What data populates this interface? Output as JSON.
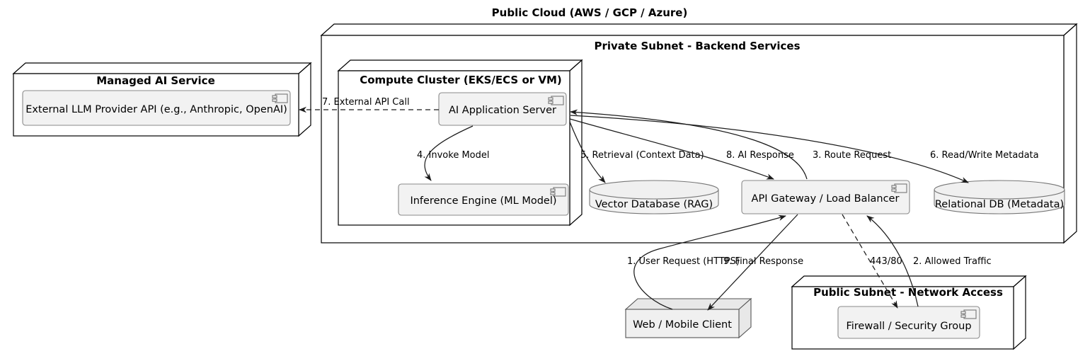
{
  "diagram": {
    "type": "uml-deployment-diagram",
    "title": "Public Cloud (AWS / GCP / Azure)",
    "background": "#ffffff",
    "component_fill": "#f2f2f2",
    "node_fill": "#f0f0f0",
    "line_color": "#1b1b1b"
  },
  "containers": {
    "public_cloud_label": "Public Cloud (AWS / GCP / Azure)",
    "private_subnet": "Private Subnet - Backend Services",
    "compute_cluster": "Compute Cluster (EKS/ECS or VM)",
    "managed_ai_service": "Managed AI Service",
    "public_subnet": "Public Subnet - Network Access"
  },
  "nodes": {
    "external_llm": "External LLM Provider API (e.g., Anthropic, OpenAI)",
    "ai_app_server": "AI Application Server",
    "inference_engine": "Inference Engine (ML Model)",
    "vector_db": "Vector Database (RAG)",
    "api_gateway": "API Gateway / Load Balancer",
    "relational_db": "Relational DB (Metadata)",
    "web_client": "Web / Mobile Client",
    "firewall": "Firewall / Security Group"
  },
  "edges": [
    {
      "id": "e1",
      "label": "1. User Request (HTTPS)",
      "from": "web_client",
      "to": "api_gateway",
      "style": "solid"
    },
    {
      "id": "e2",
      "label": "2. Allowed Traffic",
      "from": "firewall",
      "to": "api_gateway",
      "style": "solid"
    },
    {
      "id": "e3",
      "label": "3. Route Request",
      "from": "api_gateway",
      "to": "ai_app_server",
      "style": "solid"
    },
    {
      "id": "e4",
      "label": "4. Invoke Model",
      "from": "ai_app_server",
      "to": "inference_engine",
      "style": "solid"
    },
    {
      "id": "e5",
      "label": "5. Retrieval (Context Data)",
      "from": "ai_app_server",
      "to": "vector_db",
      "style": "solid"
    },
    {
      "id": "e6",
      "label": "6. Read/Write Metadata",
      "from": "ai_app_server",
      "to": "relational_db",
      "style": "solid"
    },
    {
      "id": "e7",
      "label": "7. External API Call",
      "from": "ai_app_server",
      "to": "external_llm",
      "style": "dashed"
    },
    {
      "id": "e8",
      "label": "8. AI Response",
      "from": "ai_app_server",
      "to": "api_gateway",
      "style": "solid"
    },
    {
      "id": "e9",
      "label": "9. Final Response",
      "from": "api_gateway",
      "to": "web_client",
      "style": "solid"
    },
    {
      "id": "e10",
      "label": "443/80",
      "from": "api_gateway",
      "to": "firewall",
      "style": "dashed"
    }
  ]
}
